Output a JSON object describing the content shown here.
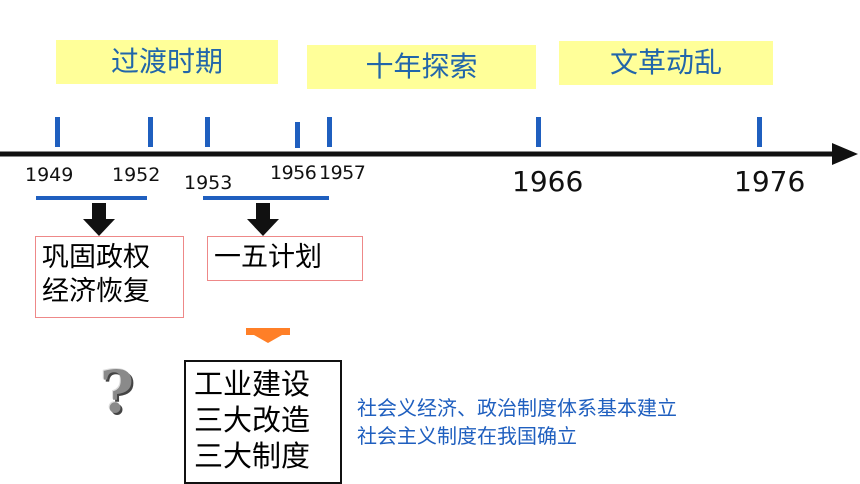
{
  "periods": [
    {
      "label": "过渡时期",
      "color": "#ffff99"
    },
    {
      "label": "十年探索",
      "color": "#ffff99"
    },
    {
      "label": "文革动乱",
      "color": "#ffff99"
    }
  ],
  "years": [
    "1949",
    "1952",
    "1953",
    "1956",
    "1957",
    "1966",
    "1976"
  ],
  "boxes": {
    "consolidate": [
      "巩固政权",
      "经济恢复"
    ],
    "plan": "一五计划",
    "industry": [
      "工业建设",
      "三大改造",
      "三大制度"
    ]
  },
  "question_mark": "?",
  "notes": [
    "社会义经济、政治制度体系基本建立",
    "社会主义制度在我国确立"
  ],
  "colors": {
    "accent": "#1f5fbf",
    "highlight": "#ffff99",
    "arrow": "#ff7f27"
  }
}
